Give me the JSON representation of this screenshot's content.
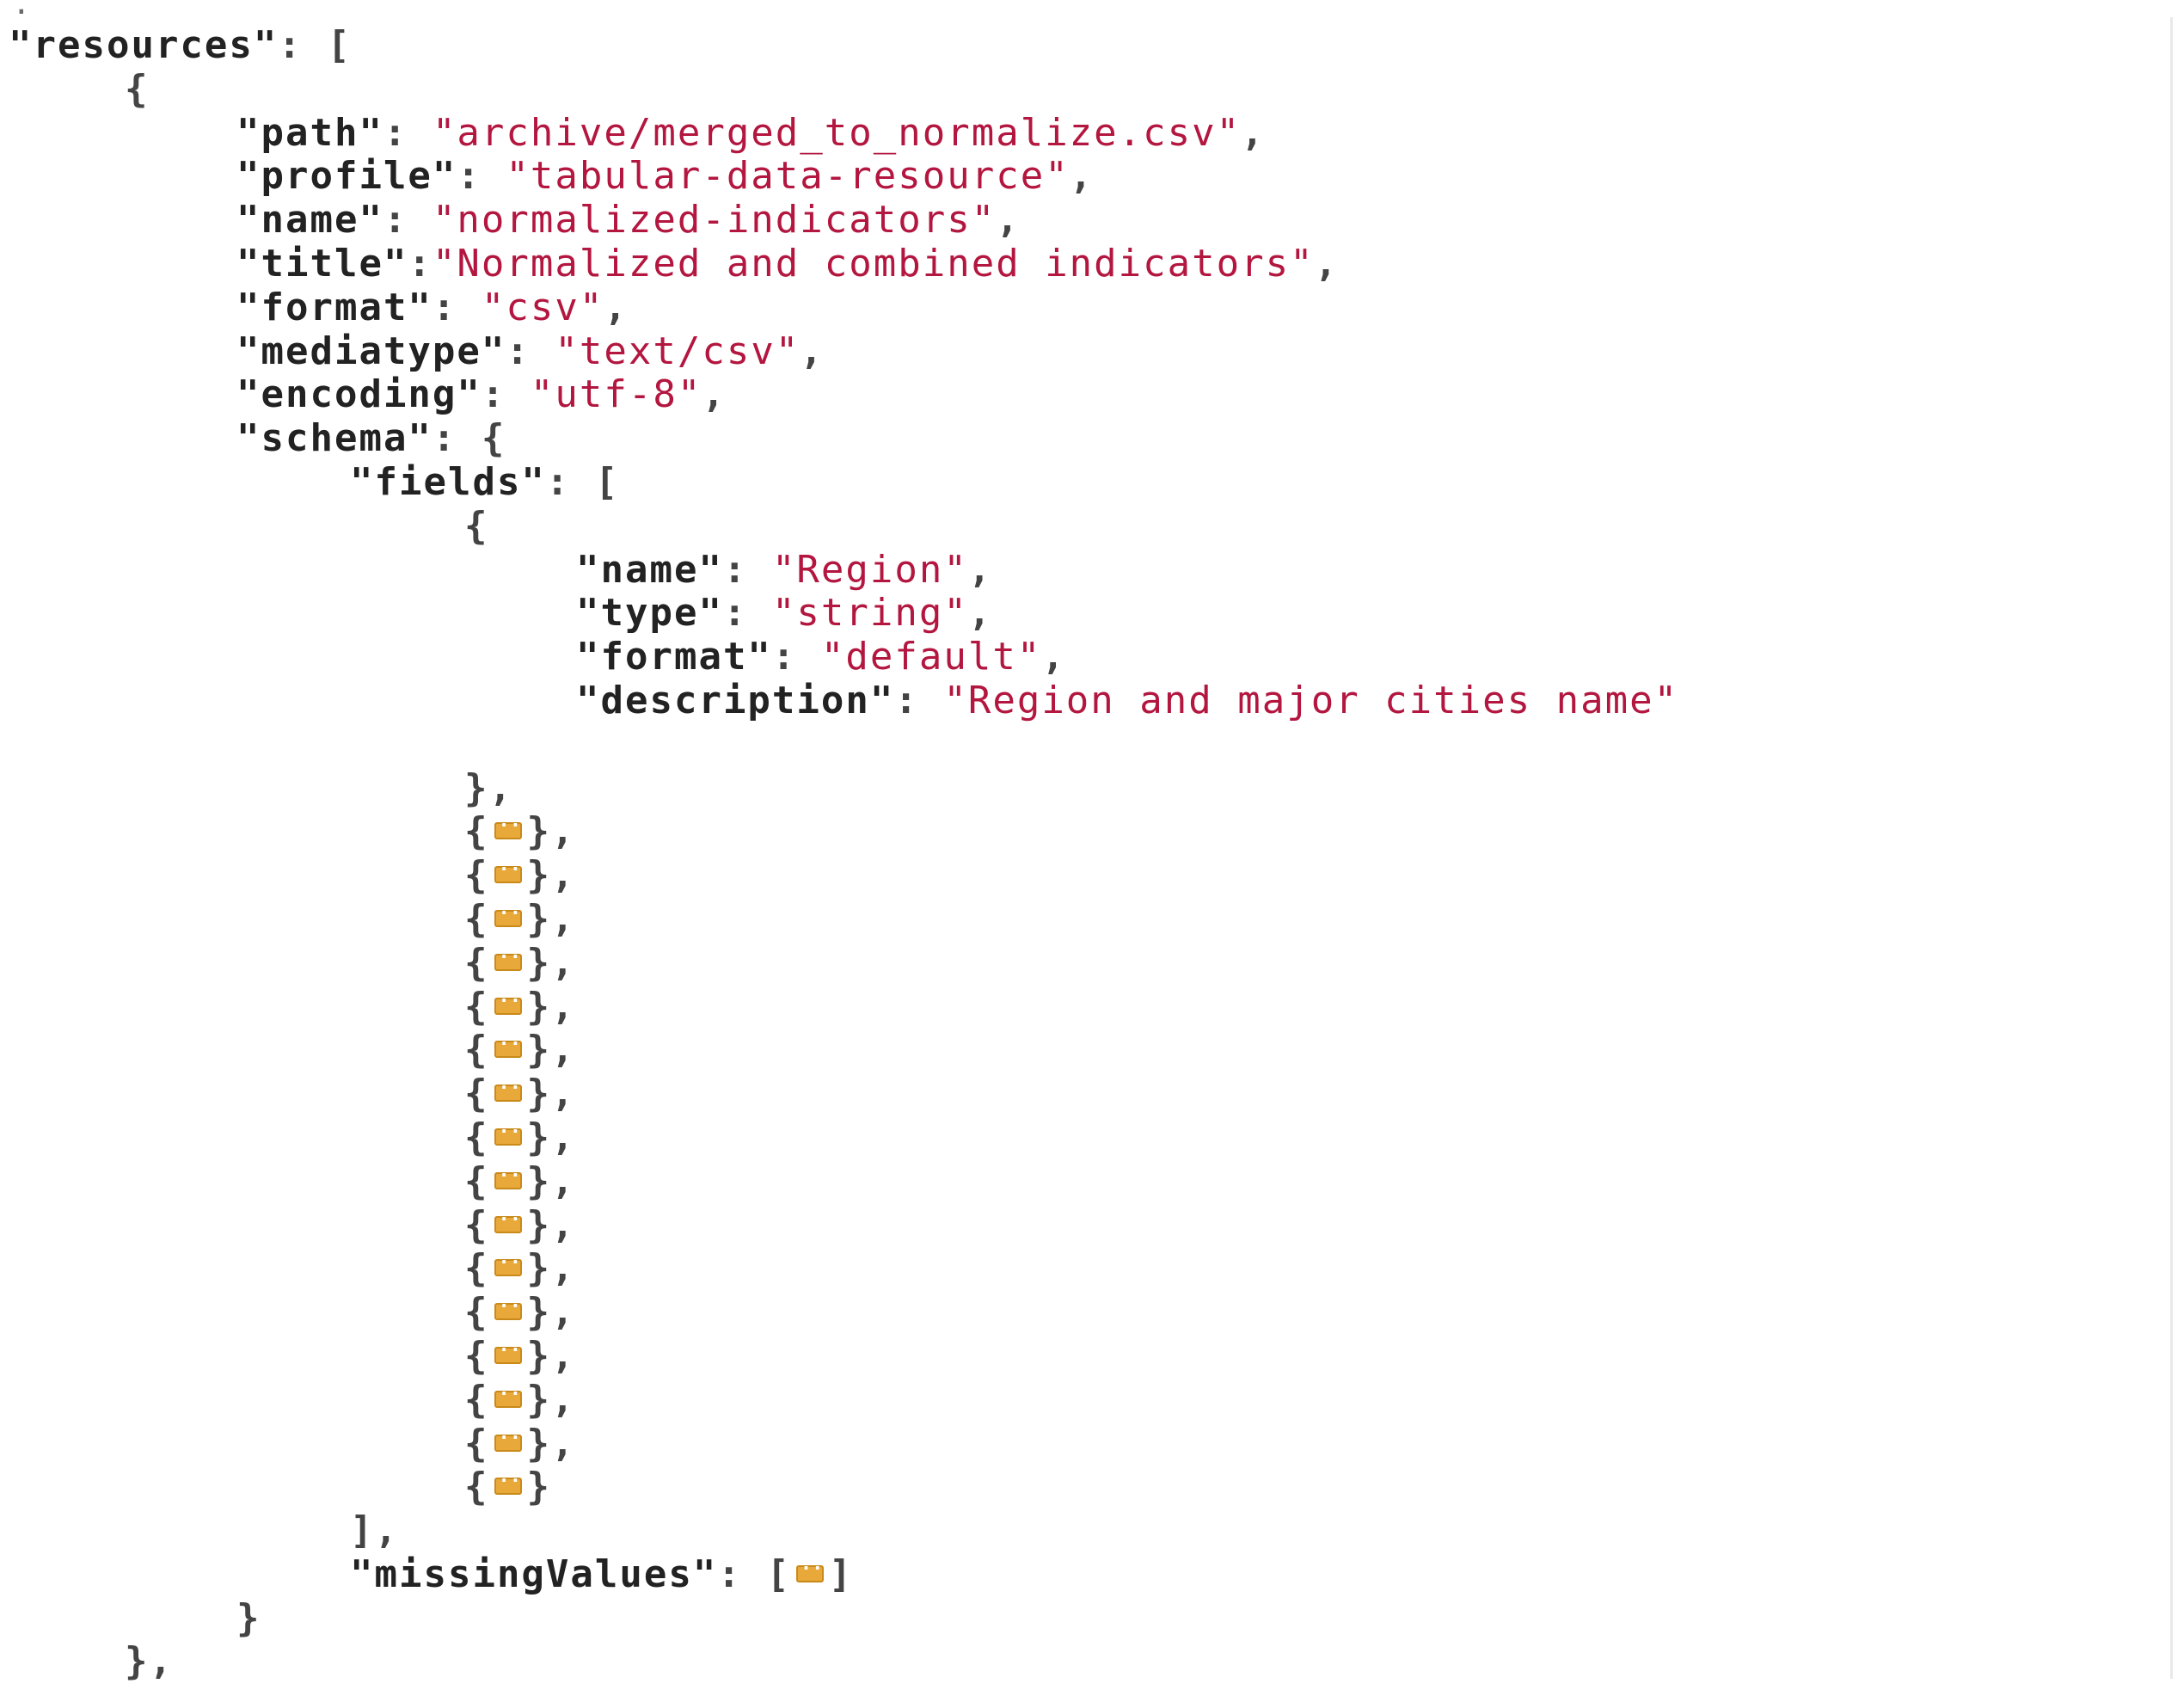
{
  "lines": {
    "l01": {
      "key": "\"resources\"",
      "sep": ": ",
      "open": "["
    },
    "l02": {
      "open": "{"
    },
    "l03": {
      "key": "\"path\"",
      "sep": ": ",
      "value": "\"archive/merged_to_normalize.csv\"",
      "end": ","
    },
    "l04": {
      "key": "\"profile\"",
      "sep": ": ",
      "value": "\"tabular-data-resource\"",
      "end": ","
    },
    "l05": {
      "key": "\"name\"",
      "sep": ": ",
      "value": "\"normalized-indicators\"",
      "end": ","
    },
    "l06": {
      "key": "\"title\"",
      "sep": ":",
      "value": "\"Normalized and combined indicators\"",
      "end": ","
    },
    "l07": {
      "key": "\"format\"",
      "sep": ": ",
      "value": "\"csv\"",
      "end": ","
    },
    "l08": {
      "key": "\"mediatype\"",
      "sep": ": ",
      "value": "\"text/csv\"",
      "end": ","
    },
    "l09": {
      "key": "\"encoding\"",
      "sep": ": ",
      "value": "\"utf-8\"",
      "end": ","
    },
    "l10": {
      "key": "\"schema\"",
      "sep": ": ",
      "open": "{"
    },
    "l11": {
      "key": "\"fields\"",
      "sep": ": ",
      "open": "["
    },
    "l12": {
      "open": "{"
    },
    "l13": {
      "key": "\"name\"",
      "sep": ": ",
      "value": "\"Region\"",
      "end": ","
    },
    "l14": {
      "key": "\"type\"",
      "sep": ": ",
      "value": "\"string\"",
      "end": ","
    },
    "l15": {
      "key": "\"format\"",
      "sep": ": ",
      "value": "\"default\"",
      "end": ","
    },
    "l16": {
      "key": "\"description\"",
      "sep": ": ",
      "value": "\"Region and major cities name\""
    },
    "l18": {
      "close": "},"
    },
    "l35": {
      "close": "],"
    },
    "l36": {
      "key": "\"missingValues\"",
      "sep": ": ",
      "open": "[",
      "close": "]"
    },
    "l37": {
      "close": "}"
    },
    "l38": {
      "close": "},"
    }
  },
  "collapsed_object": {
    "open": "{",
    "close_comma": "},",
    "close_last": "}"
  },
  "colors": {
    "string": "#b3163f",
    "key": "#222222",
    "punctuation": "#444444",
    "toggle": "#e8a93a"
  },
  "icons": {
    "collapsed_toggle": "ellipsis-icon"
  }
}
